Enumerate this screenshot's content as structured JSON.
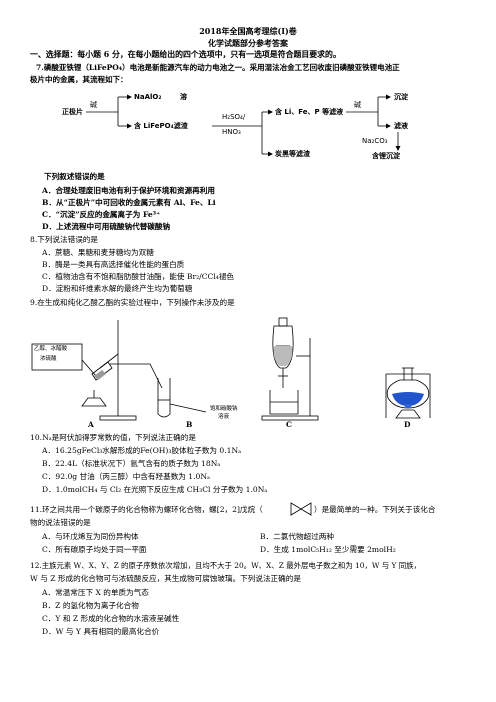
{
  "header": {
    "title": "2018年全国高考理综(Ⅰ)卷",
    "subtitle": "化学试题部分参考答案",
    "section1": "一、选择题：每小题 6 分，在每小题给出的四个选项中，只有一选项是符合题目要求的。"
  },
  "q7": {
    "stem_line1": "7.磷酸亚铁锂（LiFePO₄）电池是新能源汽车的动力电池之一。采用湿法冶金工艺回收废旧磷酸亚铁锂电池正",
    "stem_line2": "极片中的金属，其流程如下：",
    "flow": {
      "start": "正极片",
      "alkali1": "碱",
      "naalo2": "NaAlO₂",
      "soln": "溶",
      "residue": "含 LiFePO₄滤渣",
      "acid_top": "H₂SO₄/",
      "acid_bottom": "HNO₃",
      "filtrate": "含 Li、Fe、P 等滤液",
      "alkali2": "碱",
      "precip": "沉淀",
      "black": "炭黑等滤渣",
      "filtrate2": "滤液",
      "na2co3": "Na₂CO₃",
      "li_precip": "含锂沉淀"
    },
    "question": "下列叙述错误的是",
    "options": [
      "A．合理处理废旧电池有利于保护环境和资源再利用",
      "B．从“正极片”中可回收的金属元素有 Al、Fe、Li",
      "C．“沉淀”反应的金属离子为 Fe³⁺",
      "D．上述流程中可用硫酸钠代替碳酸钠"
    ]
  },
  "q8": {
    "stem": "8.下列说法错误的是",
    "options": [
      "A．蔗糖、果糖和麦芽糖均为双糖",
      "B．酶是一类具有高选择催化性能的蛋白质",
      "C．植物油含有不饱和脂肪酸甘油酯，能使 Br₂/CCl₄褪色",
      "D．淀粉和纤维素水解的最终产生均为葡萄糖"
    ]
  },
  "q9": {
    "stem": "9.在生成和纯化乙酸乙酯的实验过程中，下列操作未涉及的是",
    "label_a_line1": "乙醇、冰醋酸",
    "label_a_line2": "浓硫酸",
    "label_b_line1": "饱和碳酸钠",
    "label_b_line2": "溶液",
    "letters": [
      "A",
      "B",
      "C",
      "D"
    ]
  },
  "q10": {
    "stem": "10.Nₐ是阿伏加得罗常数的值，下列说法正确的是",
    "options": [
      "A．16.25gFeCl₃水解形成的Fe(OH)₃胶体粒子数为 0.1Nₐ",
      "B．22.4L（标准状况下）氩气含有的质子数为 18Nₐ",
      "C．92.0g 甘油（丙三醇）中含有羟基数为 1.0Nₐ",
      "D．1.0molCH₄ 与 Cl₂ 在光照下反应生成 CH₃Cl 分子数为 1.0Nₐ"
    ]
  },
  "q11": {
    "stem_pre": "11.环之间共用一个碳原子的化合物称为螺环化合物，螺[2，2]戊烷（",
    "stem_post": "）是最简单的一种。下列关于该化合",
    "stem_line2": "物的说法错误的是",
    "options": [
      "A．与环戊烯互为同份异构体",
      "B．二氯代物超过两种",
      "C．所有碳原子均处于同一平面",
      "D．生成 1molC₅H₁₂ 至少需要 2molH₂"
    ]
  },
  "q12": {
    "stem_line1": "12.主族元素 W、X、Y、Z 的原子序数依次增加，且均不大于 20。W、X、Z 最外层电子数之和为 10，W 与 Y 同族，",
    "stem_line2": "W 与 Z 形成的化合物可与浓硫酸反应，其生成物可腐蚀玻璃。下列说法正确的是",
    "options": [
      "A．常温常压下 X 的单质为气态",
      "B．Z 的氢化物为离子化合物",
      "C．Y 和 Z 形成的化合物的水溶液呈碱性",
      "D．W 与 Y 具有相同的最高化合价"
    ]
  }
}
